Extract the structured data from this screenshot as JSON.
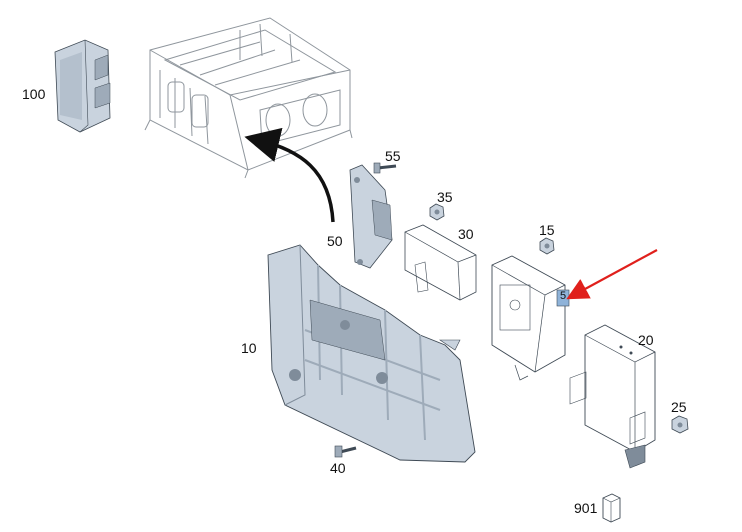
{
  "diagram": {
    "callouts": {
      "p100": "100",
      "p55": "55",
      "p35": "35",
      "p50": "50",
      "p30": "30",
      "p15": "15",
      "p10": "10",
      "p20": "20",
      "p25": "25",
      "p40": "40",
      "p901": "901",
      "p5": "5"
    },
    "colors": {
      "part_fill": "#c9d3de",
      "part_shade": "#9eabb9",
      "part_dark": "#7f8c9a",
      "outline": "#3f4a55",
      "frame_line": "#8f969d",
      "arrow_black": "#111111",
      "arrow_red": "#e0201c",
      "highlight": "#8fb3d9"
    }
  }
}
